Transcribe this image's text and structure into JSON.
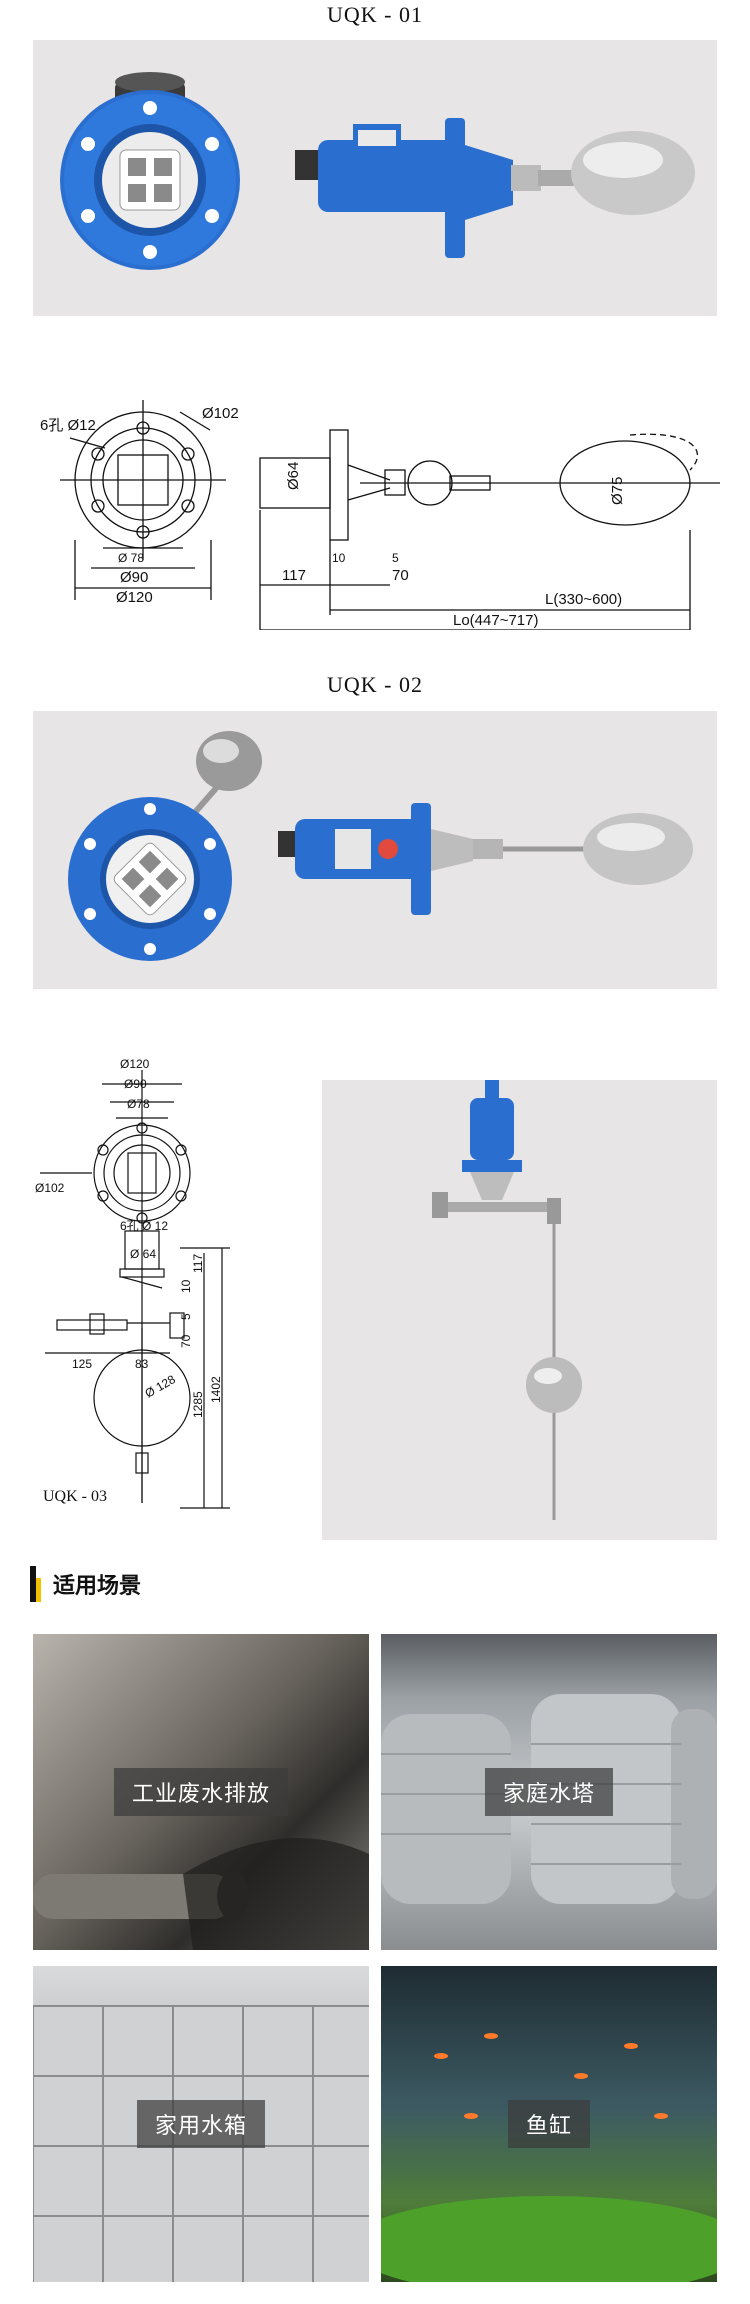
{
  "models": {
    "uqk01": "UQK - 01",
    "uqk02": "UQK - 02",
    "uqk03": "UQK - 03"
  },
  "drawing1": {
    "holes_label": "6孔 Ø12",
    "d102": "Ø102",
    "d78": "Ø 78",
    "d90": "Ø90",
    "d120": "Ø120",
    "d64": "Ø64",
    "d75": "Ø75",
    "dim10": "10",
    "dim5": "5",
    "dim117": "117",
    "dim70": "70",
    "L": "L(330~600)",
    "Lo": "Lo(447~717)"
  },
  "drawing2": {
    "d120": "Ø120",
    "d90": "Ø90",
    "d78": "Ø78",
    "d102": "Ø102",
    "holes_label": "6孔 Ø 12",
    "d64": "Ø 64",
    "dim10": "10",
    "dim117": "117",
    "dim5": "5",
    "dim70": "70",
    "dim125": "125",
    "dim83": "83",
    "d128": "Ø 128",
    "dim1285": "1285",
    "dim1402": "1402"
  },
  "section": {
    "title": "适用场景"
  },
  "scenes": [
    {
      "label": "工业废水排放"
    },
    {
      "label": "家庭水塔"
    },
    {
      "label": "家用水箱"
    },
    {
      "label": "鱼缸"
    }
  ],
  "colors": {
    "panel_bg": "#e7e5e6",
    "switch_blue": "#2a6fd0",
    "accent_yellow": "#f2c200"
  }
}
